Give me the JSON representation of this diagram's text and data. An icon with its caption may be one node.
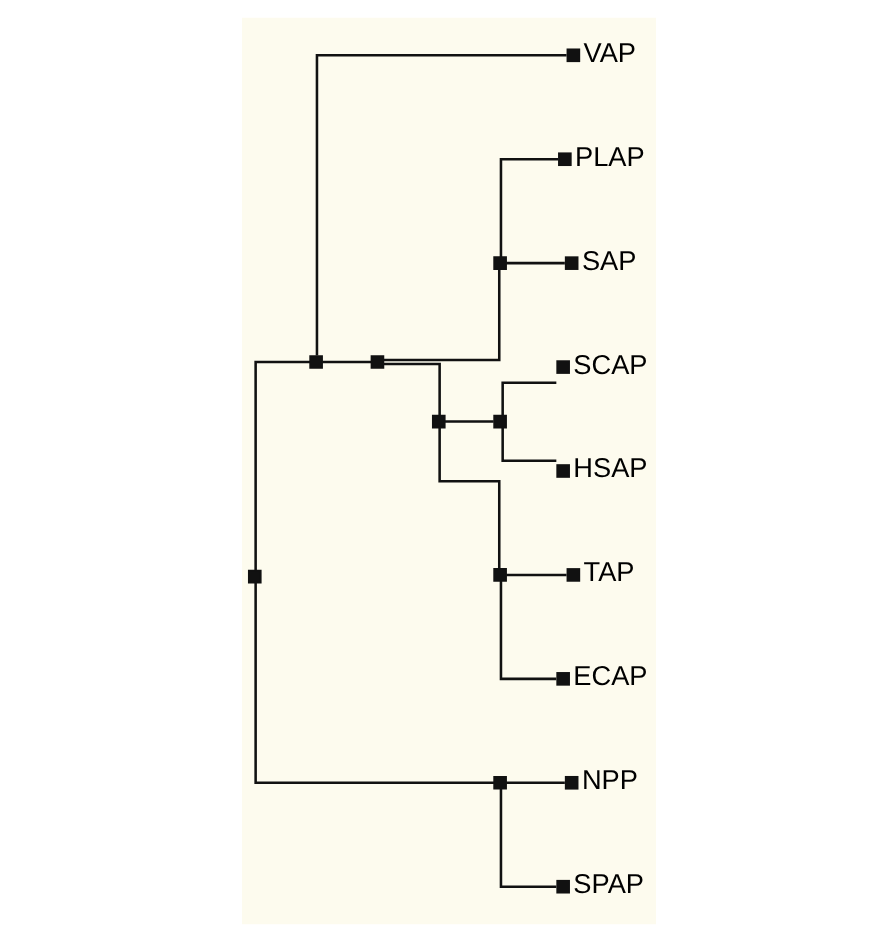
{
  "diagram": {
    "nodes": [
      {
        "text": [],
        "shape": "box"
      },
      {
        "text": [],
        "shape": "box"
      },
      {
        "text": [],
        "shape": "box"
      },
      {
        "text": [],
        "shape": "box"
      },
      {
        "text": [],
        "shape": "box"
      },
      {
        "text": [],
        "shape": "box"
      },
      {
        "text": [],
        "shape": "box"
      },
      {
        "text": [],
        "shape": "box"
      },
      {
        "text": [
          "VAP"
        ]
      },
      {
        "text": [
          "PLAP"
        ]
      },
      {
        "text": [
          "SAP"
        ]
      },
      {
        "text": [
          "SCAP"
        ]
      },
      {
        "text": [
          "HSAP"
        ]
      },
      {
        "text": [
          "TAP"
        ]
      },
      {
        "text": [
          "ECAP"
        ]
      },
      {
        "text": [
          "NPP"
        ]
      },
      {
        "text": [
          "SPAP"
        ]
      }
    ],
    "edges": [
      {
        "from": 0,
        "to": 2,
        "arrow": "none"
      },
      {
        "from": 0,
        "to": 1,
        "arrow": "none"
      },
      {
        "from": 2,
        "to": 8,
        "arrow": "none"
      },
      {
        "from": 2,
        "to": 3,
        "arrow": "none"
      },
      {
        "from": 3,
        "to": 7,
        "arrow": "none"
      },
      {
        "from": 3,
        "to": 4,
        "arrow": "none"
      },
      {
        "from": 7,
        "to": 9,
        "arrow": "none"
      },
      {
        "from": 7,
        "to": 10,
        "arrow": "none"
      },
      {
        "from": 4,
        "to": 6,
        "arrow": "none"
      },
      {
        "from": 4,
        "to": 5,
        "arrow": "none"
      },
      {
        "from": 6,
        "to": 11,
        "arrow": "none"
      },
      {
        "from": 6,
        "to": 12,
        "arrow": "none"
      },
      {
        "from": 5,
        "to": 13,
        "arrow": "none"
      },
      {
        "from": 5,
        "to": 14,
        "arrow": "none"
      },
      {
        "from": 1,
        "to": 15,
        "arrow": "none"
      },
      {
        "from": 1,
        "to": 16,
        "arrow": "none"
      }
    ]
  }
}
